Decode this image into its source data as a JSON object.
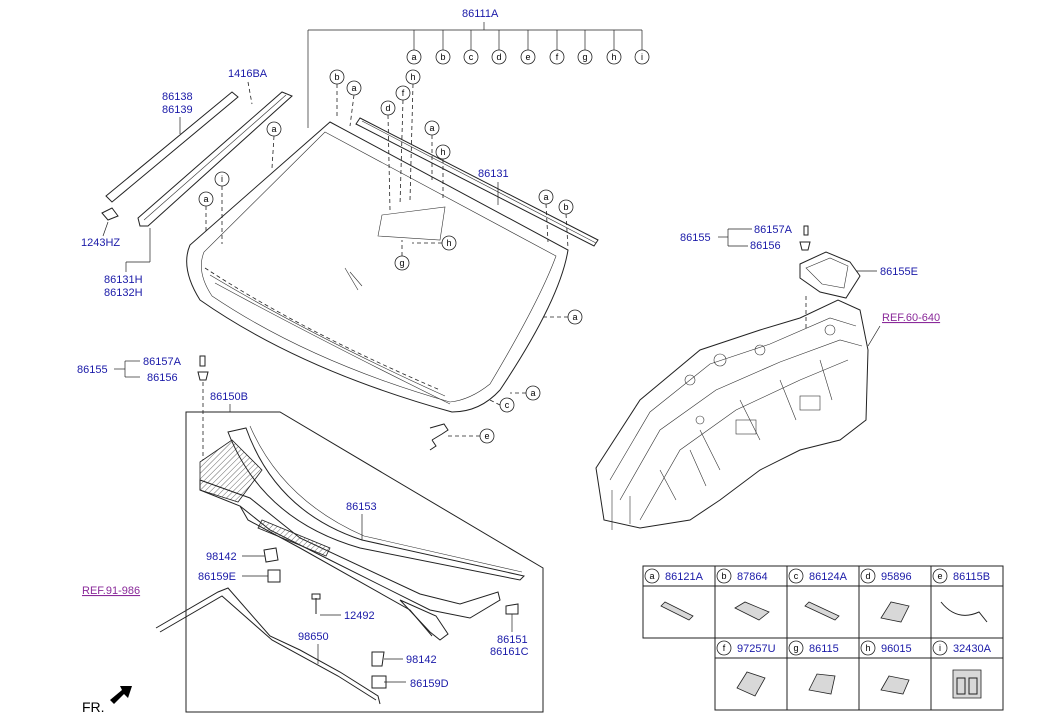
{
  "title_part": "86111A",
  "letters": [
    "a",
    "b",
    "c",
    "d",
    "e",
    "f",
    "g",
    "h",
    "i"
  ],
  "labels": {
    "p1416BA": "1416BA",
    "p86138": "86138",
    "p86139": "86139",
    "p1243HZ": "1243HZ",
    "p86131H": "86131H",
    "p86132H": "86132H",
    "p86131": "86131",
    "p86155_left": "86155",
    "p86157A_left": "86157A",
    "p86156_left": "86156",
    "p86150B": "86150B",
    "p86153": "86153",
    "p98142_top": "98142",
    "p86159E": "86159E",
    "p12492": "12492",
    "p98650": "98650",
    "p98142_bot": "98142",
    "p86159D": "86159D",
    "p86151": "86151",
    "p86161C": "86161C",
    "p86155_right": "86155",
    "p86157A_right": "86157A",
    "p86156_right": "86156",
    "p86155E": "86155E",
    "ref_60_640": "REF.60-640",
    "ref_91_986": "REF.91-986",
    "fr": "FR."
  },
  "legend": [
    {
      "letter": "a",
      "part": "86121A"
    },
    {
      "letter": "b",
      "part": "87864"
    },
    {
      "letter": "c",
      "part": "86124A"
    },
    {
      "letter": "d",
      "part": "95896"
    },
    {
      "letter": "e",
      "part": "86115B"
    },
    {
      "letter": "f",
      "part": "97257U"
    },
    {
      "letter": "g",
      "part": "86115"
    },
    {
      "letter": "h",
      "part": "96015"
    },
    {
      "letter": "i",
      "part": "32430A"
    }
  ]
}
